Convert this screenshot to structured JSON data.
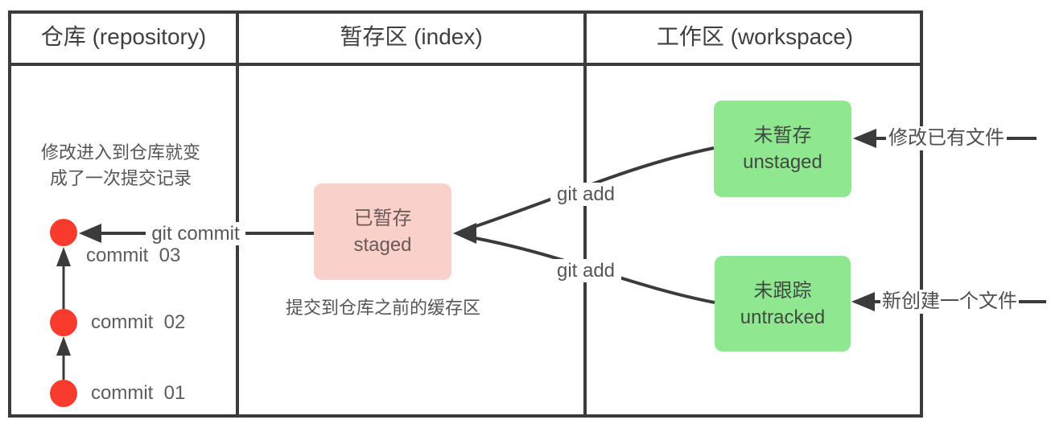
{
  "titles": {
    "repository": "仓库 (repository)",
    "index": "暂存区 (index)",
    "workspace": "工作区 (workspace)"
  },
  "repository": {
    "note_line1": "修改进入到仓库就变",
    "note_line2": "成了一次提交记录",
    "commit_arrow_label": "git commit",
    "commits": [
      {
        "label": "commit  03"
      },
      {
        "label": "commit  02"
      },
      {
        "label": "commit  01"
      }
    ]
  },
  "index": {
    "staged_box": {
      "line1": "已暂存",
      "line2": "staged"
    },
    "caption": "提交到仓库之前的缓存区",
    "git_add_label_upper": "git add",
    "git_add_label_lower": "git add"
  },
  "workspace": {
    "unstaged_box": {
      "line1": "未暂存",
      "line2": "unstaged"
    },
    "untracked_box": {
      "line1": "未跟踪",
      "line2": "untracked"
    },
    "unstaged_annotation": "修改已有文件",
    "untracked_annotation": "新创建一个文件"
  },
  "colors": {
    "line": "#3b3b3b",
    "staged_fill": "#f9d0ca",
    "workspace_fill": "#8fe88f",
    "commit_dot": "#f93b2d"
  }
}
